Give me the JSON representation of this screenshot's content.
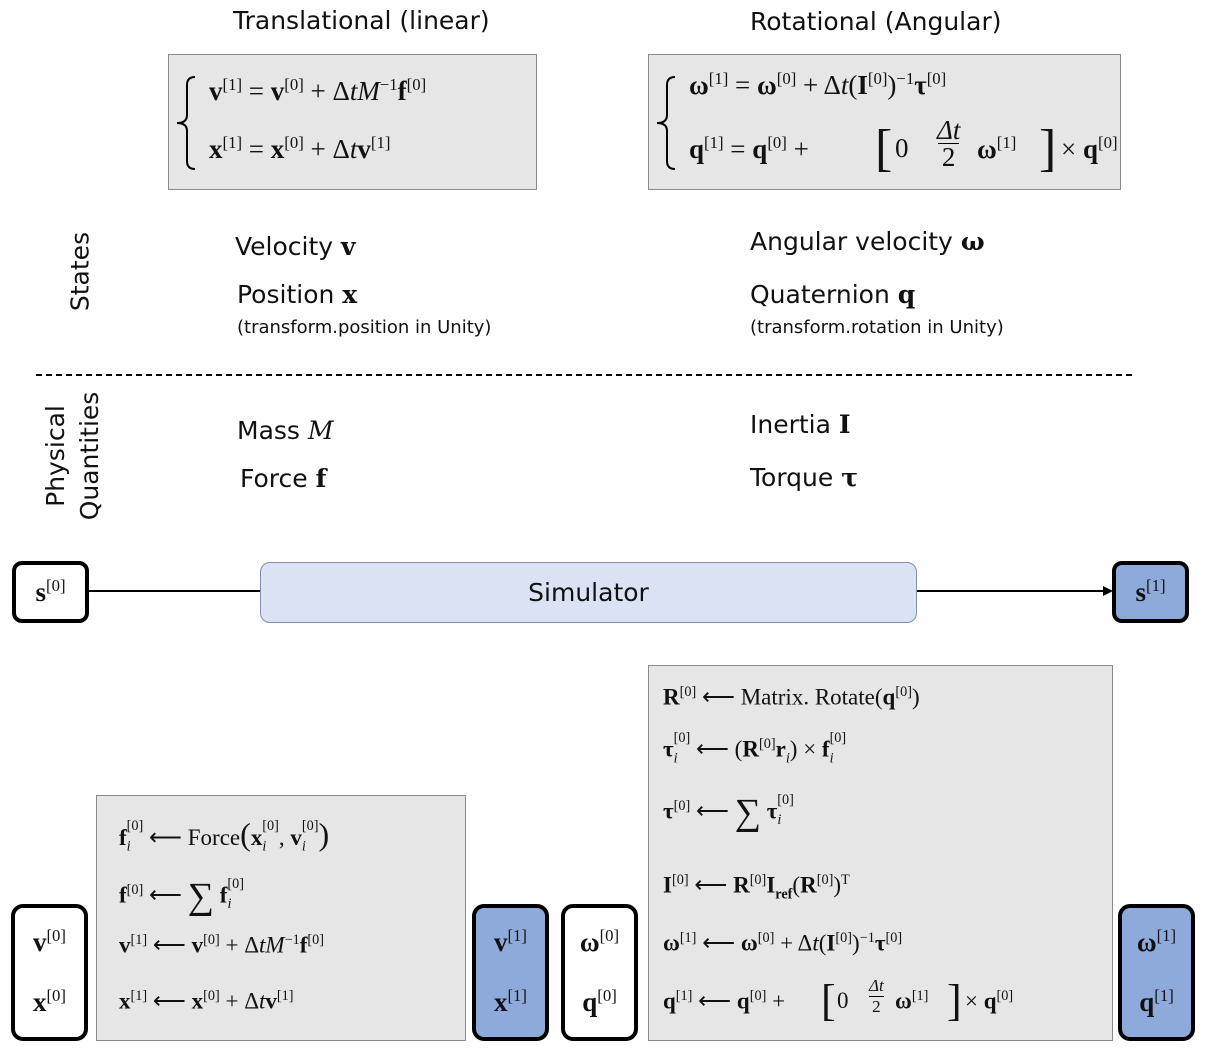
{
  "headers": {
    "translational": "Translational (linear)",
    "rotational": "Rotational (Angular)"
  },
  "side_labels": {
    "states": "States",
    "physical_line1": "Physical",
    "physical_line2": "Quantities"
  },
  "states": {
    "velocity": {
      "label": "Velocity",
      "symbol": "v"
    },
    "position": {
      "label": "Position",
      "symbol": "x",
      "note": "(transform.position in Unity)"
    },
    "angular_velocity": {
      "label": "Angular velocity",
      "symbol": "ω"
    },
    "quaternion": {
      "label": "Quaternion",
      "symbol": "q",
      "note": "(transform.rotation in Unity)"
    }
  },
  "quantities": {
    "mass": {
      "label": "Mass",
      "symbol": "M"
    },
    "force": {
      "label": "Force",
      "symbol": "f"
    },
    "inertia": {
      "label": "Inertia",
      "symbol": "I"
    },
    "torque": {
      "label": "Torque",
      "symbol": "τ"
    }
  },
  "simulator": {
    "label": "Simulator",
    "input": "s[0]",
    "output": "s[1]"
  },
  "colors": {
    "box_gray": "#e6e6e6",
    "state_blue": "#8eaadb",
    "simulator_fill": "#dae3f3"
  }
}
